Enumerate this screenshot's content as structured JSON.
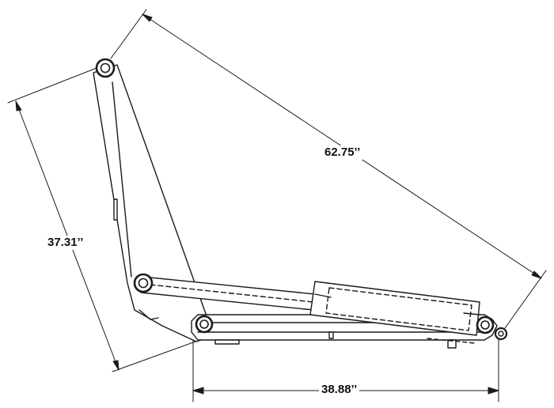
{
  "dimensions": {
    "diagonal": "62.75’’",
    "vertical": "37.31’’",
    "horizontal": "38.88’’"
  },
  "colors": {
    "line": "#1a1a1a",
    "background": "#ffffff"
  }
}
